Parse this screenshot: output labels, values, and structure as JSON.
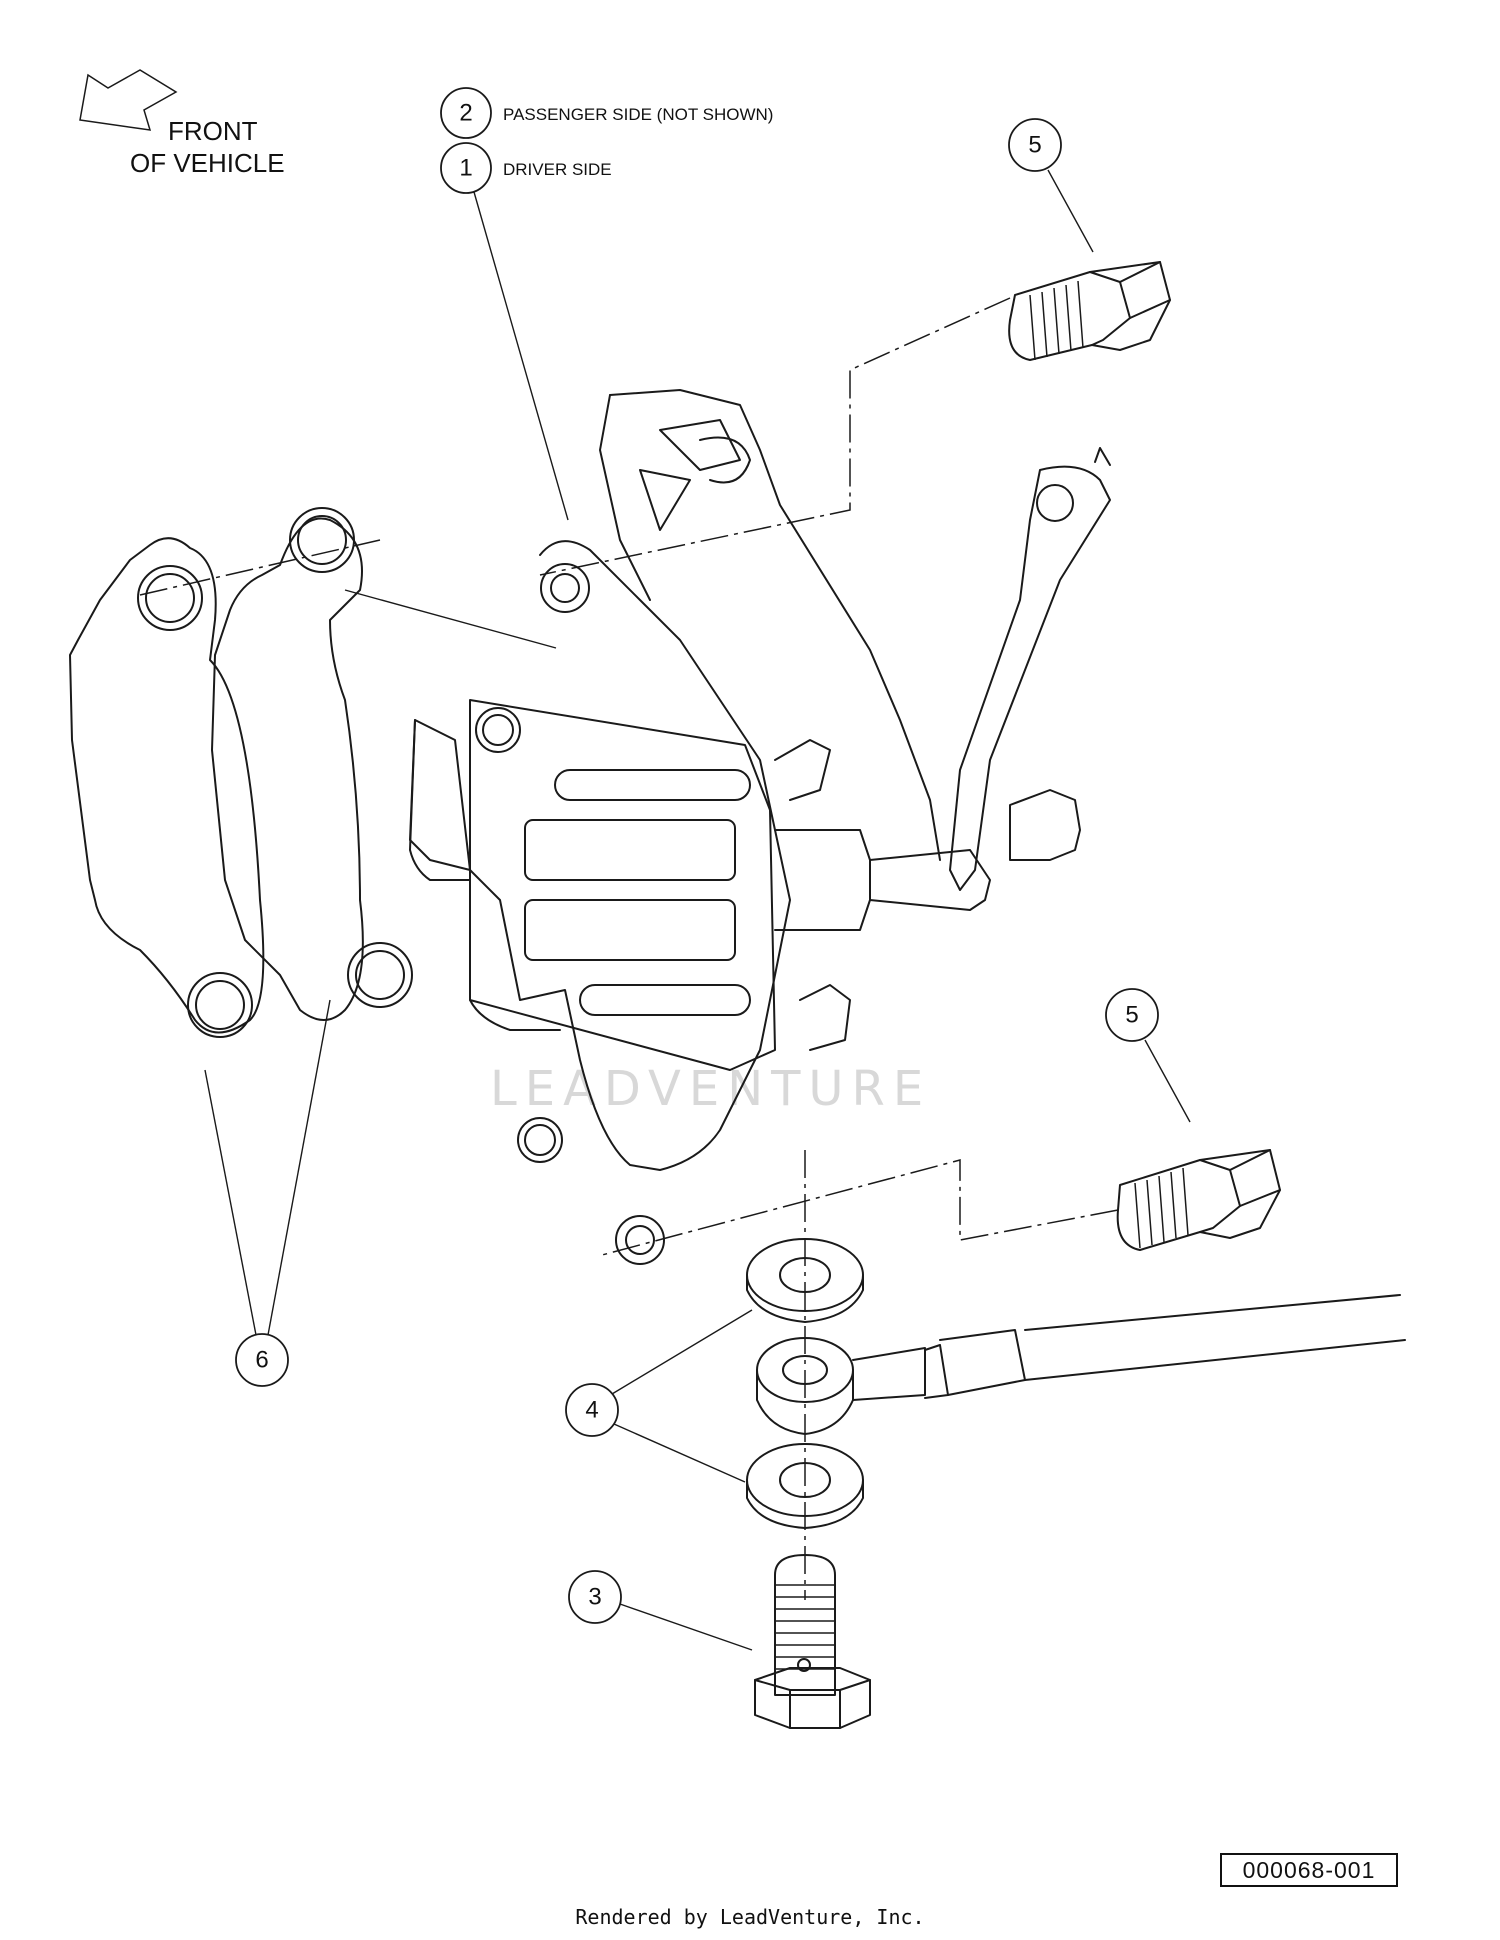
{
  "orientation": {
    "line1": "FRONT",
    "line2": "OF VEHICLE"
  },
  "legend": [
    {
      "num": "2",
      "text": "PASSENGER SIDE (NOT SHOWN)"
    },
    {
      "num": "1",
      "text": "DRIVER SIDE"
    }
  ],
  "callouts": [
    "5",
    "5",
    "6",
    "4",
    "3"
  ],
  "watermark": "LEADVENTURE",
  "drawing_number": "000068-001",
  "footer": "Rendered by LeadVenture, Inc."
}
